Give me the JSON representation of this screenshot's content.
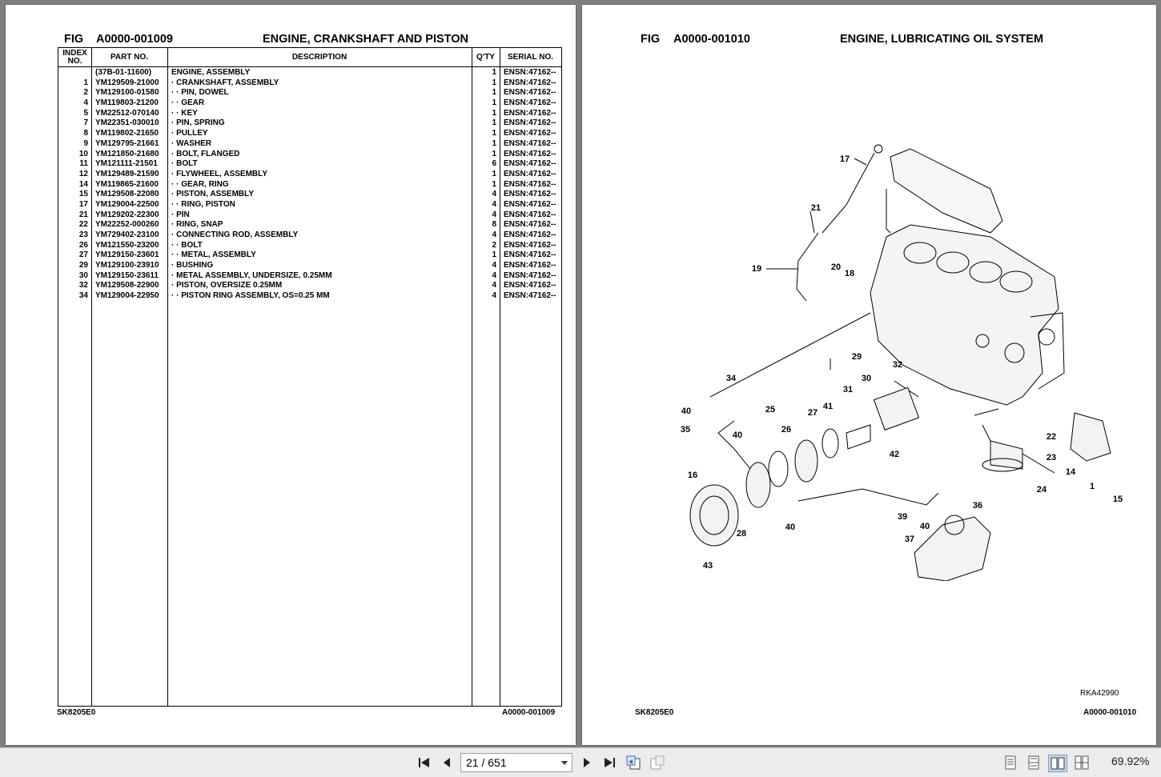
{
  "left_page": {
    "fig_label": "FIG",
    "fig_number": "A0000-001009",
    "title": "ENGINE, CRANKSHAFT AND PISTON",
    "columns": {
      "index": "INDEX NO.",
      "part_no": "PART NO.",
      "description": "DESCRIPTION",
      "qty": "Q'TY",
      "serial": "SERIAL NO."
    },
    "rows": [
      {
        "idx": "",
        "part": "(37B-01-11600)",
        "desc": "ENGINE, ASSEMBLY",
        "qty": "1",
        "serial": "ENSN:47162--"
      },
      {
        "idx": "1",
        "part": "YM129509-21000",
        "desc": "· CRANKSHAFT, ASSEMBLY",
        "qty": "1",
        "serial": "ENSN:47162--"
      },
      {
        "idx": "2",
        "part": "YM129100-01580",
        "desc": "· · PIN, DOWEL",
        "qty": "1",
        "serial": "ENSN:47162--"
      },
      {
        "idx": "4",
        "part": "YM119803-21200",
        "desc": "· · GEAR",
        "qty": "1",
        "serial": "ENSN:47162--"
      },
      {
        "idx": "5",
        "part": "YM22512-070140",
        "desc": "· · KEY",
        "qty": "1",
        "serial": "ENSN:47162--"
      },
      {
        "idx": "7",
        "part": "YM22351-030010",
        "desc": "· PIN, SPRING",
        "qty": "1",
        "serial": "ENSN:47162--"
      },
      {
        "idx": "8",
        "part": "YM119802-21650",
        "desc": "· PULLEY",
        "qty": "1",
        "serial": "ENSN:47162--"
      },
      {
        "idx": "9",
        "part": "YM129795-21661",
        "desc": "· WASHER",
        "qty": "1",
        "serial": "ENSN:47162--"
      },
      {
        "idx": "10",
        "part": "YM121850-21680",
        "desc": "· BOLT, FLANGED",
        "qty": "1",
        "serial": "ENSN:47162--"
      },
      {
        "idx": "11",
        "part": "YM121111-21501",
        "desc": "· BOLT",
        "qty": "6",
        "serial": "ENSN:47162--"
      },
      {
        "idx": "12",
        "part": "YM129489-21590",
        "desc": "· FLYWHEEL, ASSEMBLY",
        "qty": "1",
        "serial": "ENSN:47162--"
      },
      {
        "idx": "14",
        "part": "YM119865-21600",
        "desc": "· · GEAR, RING",
        "qty": "1",
        "serial": "ENSN:47162--"
      },
      {
        "idx": "15",
        "part": "YM129508-22080",
        "desc": "· PISTON, ASSEMBLY",
        "qty": "4",
        "serial": "ENSN:47162--"
      },
      {
        "idx": "17",
        "part": "YM129004-22500",
        "desc": "· · RING, PISTON",
        "qty": "4",
        "serial": "ENSN:47162--"
      },
      {
        "idx": "21",
        "part": "YM129202-22300",
        "desc": "· PIN",
        "qty": "4",
        "serial": "ENSN:47162--"
      },
      {
        "idx": "22",
        "part": "YM22252-000260",
        "desc": "· RING, SNAP",
        "qty": "8",
        "serial": "ENSN:47162--"
      },
      {
        "idx": "23",
        "part": "YM729402-23100",
        "desc": "· CONNECTING ROD, ASSEMBLY",
        "qty": "4",
        "serial": "ENSN:47162--"
      },
      {
        "idx": "26",
        "part": "YM121550-23200",
        "desc": "· · BOLT",
        "qty": "2",
        "serial": "ENSN:47162--"
      },
      {
        "idx": "27",
        "part": "YM129150-23601",
        "desc": "· · METAL, ASSEMBLY",
        "qty": "1",
        "serial": "ENSN:47162--"
      },
      {
        "idx": "29",
        "part": "YM129100-23910",
        "desc": "· BUSHING",
        "qty": "4",
        "serial": "ENSN:47162--"
      },
      {
        "idx": "30",
        "part": "YM129150-23611",
        "desc": "· METAL ASSEMBLY, UNDERSIZE, 0.25MM",
        "qty": "4",
        "serial": "ENSN:47162--"
      },
      {
        "idx": "32",
        "part": "YM129508-22900",
        "desc": "· PISTON, OVERSIZE 0.25MM",
        "qty": "4",
        "serial": "ENSN:47162--"
      },
      {
        "idx": "34",
        "part": "YM129004-22950",
        "desc": "· · PISTON RING ASSEMBLY, OS=0.25 MM",
        "qty": "4",
        "serial": "ENSN:47162--"
      }
    ],
    "footer_left": "SK8205E0",
    "footer_right": "A0000-001009"
  },
  "right_page": {
    "fig_label": "FIG",
    "fig_number": "A0000-001010",
    "title": "ENGINE, LUBRICATING OIL SYSTEM",
    "callouts": [
      "17",
      "21",
      "19",
      "20",
      "18",
      "29",
      "30",
      "31",
      "32",
      "34",
      "40",
      "35",
      "25",
      "26",
      "27",
      "41",
      "40",
      "42",
      "22",
      "23",
      "24",
      "14",
      "1",
      "15",
      "16",
      "28",
      "43",
      "40",
      "39",
      "37",
      "40",
      "36"
    ],
    "drawing_code": "RKA42990",
    "footer_left": "SK8205E0",
    "footer_right": "A0000-001010"
  },
  "toolbar": {
    "page_indicator": "21 / 651",
    "zoom": "69.92%"
  }
}
